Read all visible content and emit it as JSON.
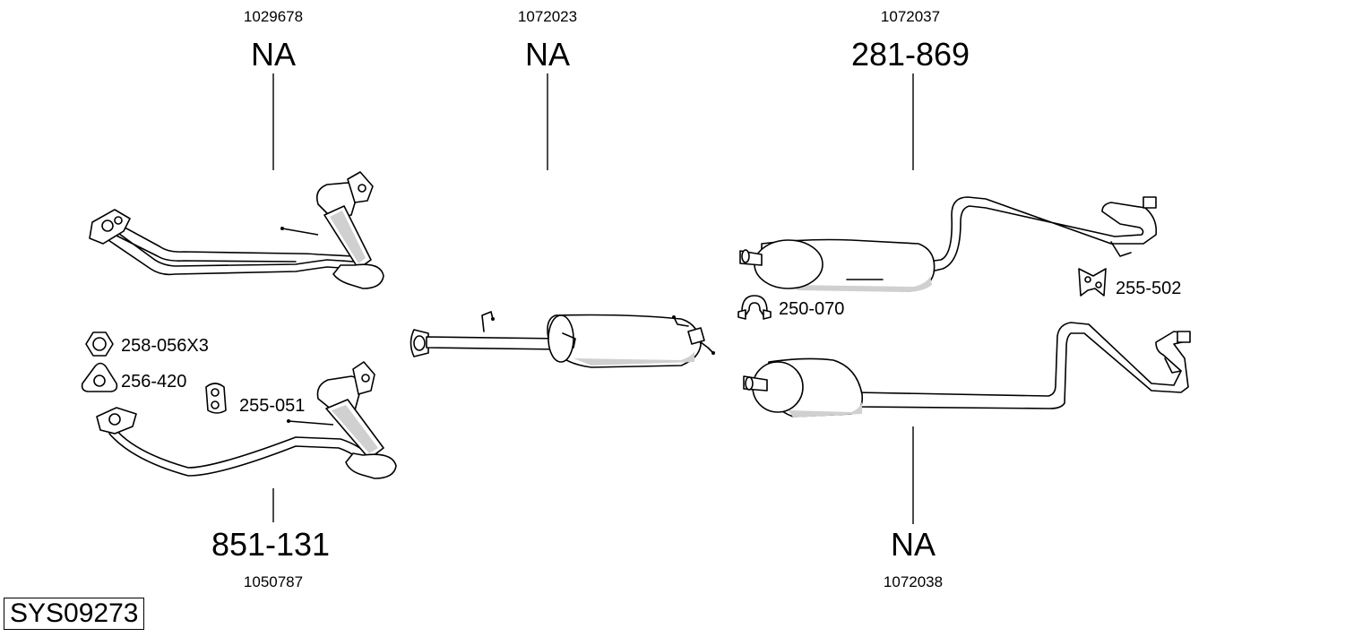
{
  "system_id": "SYS09273",
  "components": [
    {
      "code": "1029678",
      "part": "NA"
    },
    {
      "code": "1072023",
      "part": "NA"
    },
    {
      "code": "1072037",
      "part": "281-869"
    },
    {
      "code": "1050787",
      "part": "851-131"
    },
    {
      "code": "1072038",
      "part": "NA"
    }
  ],
  "accessories": [
    {
      "part": "258-056X3",
      "icon": "hex-nut-icon"
    },
    {
      "part": "256-420",
      "icon": "flange-gasket-icon"
    },
    {
      "part": "255-051",
      "icon": "rubber-hanger-icon"
    },
    {
      "part": "250-070",
      "icon": "pipe-clamp-icon"
    },
    {
      "part": "255-502",
      "icon": "mounting-bracket-icon"
    }
  ]
}
